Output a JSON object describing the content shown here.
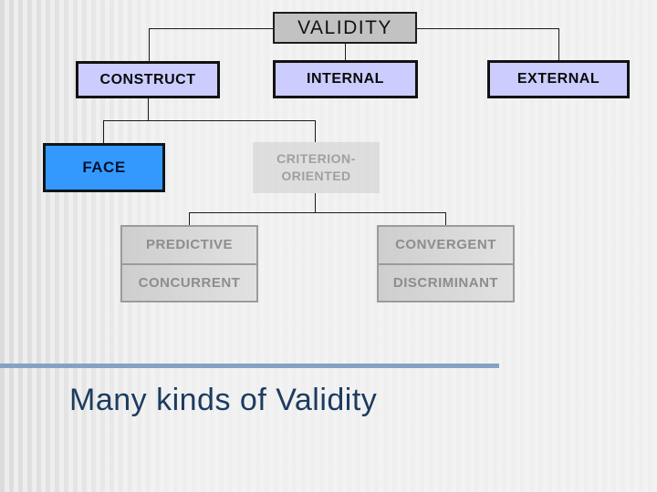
{
  "slide": {
    "title": "Many kinds of Validity"
  },
  "colors": {
    "accent_line": "#86a2c2",
    "title_text": "#1c3c60",
    "root_fill": "#c2c2c2",
    "branch_fill": "#ccccff",
    "face_fill": "#3399ff",
    "muted_fill": "#dbdbdb",
    "muted_text": "#9b9b9b",
    "connector": "#1a1a1a"
  },
  "diagram": {
    "nodes": {
      "validity": {
        "label": "VALIDITY"
      },
      "construct": {
        "label": "CONSTRUCT"
      },
      "internal": {
        "label": "INTERNAL"
      },
      "external": {
        "label": "EXTERNAL"
      },
      "face": {
        "label": "FACE"
      },
      "criterion": {
        "line1": "CRITERION-",
        "line2": "ORIENTED"
      },
      "predictive": {
        "label": "PREDICTIVE"
      },
      "concurrent": {
        "label": "CONCURRENT"
      },
      "convergent": {
        "label": "CONVERGENT"
      },
      "discriminant": {
        "label": "DISCRIMINANT"
      }
    }
  }
}
